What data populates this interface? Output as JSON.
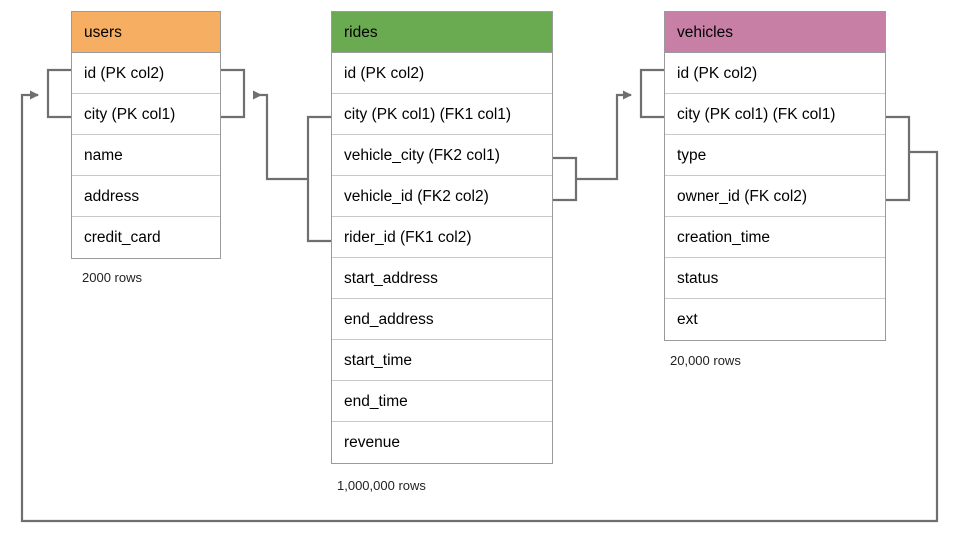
{
  "diagram": {
    "type": "entity-relationship-diagram",
    "background": "#ffffff",
    "connector_color": "#6f6f6f"
  },
  "entities": [
    {
      "name": "users",
      "header_color": "#f5ae62",
      "row_count_label": "2000 rows",
      "fields": [
        "id (PK col2)",
        "city (PK col1)",
        "name",
        "address",
        "credit_card"
      ]
    },
    {
      "name": "rides",
      "header_color": "#6aaa51",
      "row_count_label": "1,000,000 rows",
      "fields": [
        "id (PK col2)",
        "city (PK col1) (FK1 col1)",
        "vehicle_city (FK2 col1)",
        "vehicle_id (FK2 col2)",
        "rider_id (FK1 col2)",
        "start_address",
        "end_address",
        "start_time",
        "end_time",
        "revenue"
      ]
    },
    {
      "name": "vehicles",
      "header_color": "#c87fa6",
      "row_count_label": "20,000 rows",
      "fields": [
        "id (PK col2)",
        "city (PK col1) (FK col1)",
        "type",
        "owner_id (FK col2)",
        "creation_time",
        "status",
        "ext"
      ]
    }
  ],
  "relationships": [
    {
      "name": "rides-fk1-to-users",
      "from_entity": "rides",
      "from_fields": [
        "city (PK col1) (FK1 col1)",
        "rider_id (FK1 col2)"
      ],
      "to_entity": "users",
      "to_fields": [
        "id (PK col2)",
        "city (PK col1)"
      ],
      "arrow": "to-users"
    },
    {
      "name": "rides-fk2-to-vehicles",
      "from_entity": "rides",
      "from_fields": [
        "vehicle_city (FK2 col1)",
        "vehicle_id (FK2 col2)"
      ],
      "to_entity": "vehicles",
      "to_fields": [
        "id (PK col2)",
        "city (PK col1) (FK col1)"
      ],
      "arrow": "to-vehicles"
    },
    {
      "name": "vehicles-fk-to-users",
      "from_entity": "vehicles",
      "from_fields": [
        "city (PK col1) (FK col1)",
        "owner_id (FK col2)"
      ],
      "to_entity": "users",
      "to_fields": [
        "id (PK col2)",
        "city (PK col1)"
      ],
      "arrow": "to-users"
    }
  ]
}
